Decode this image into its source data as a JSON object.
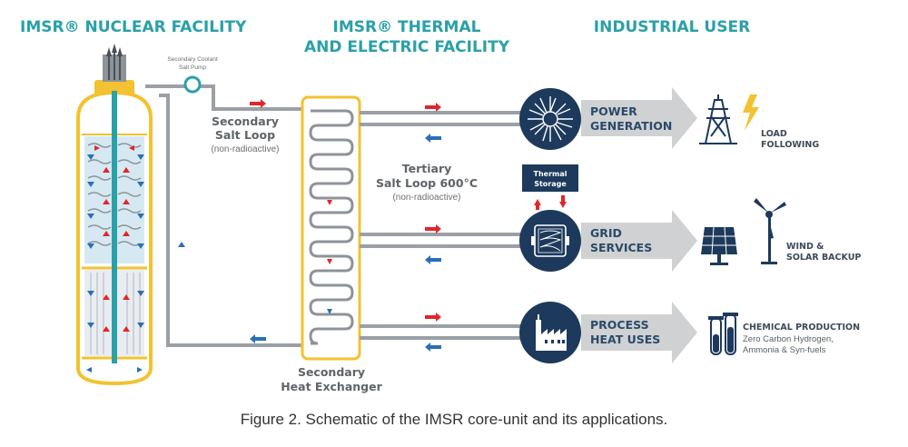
{
  "headers": {
    "nuclear": "IMSR® NUCLEAR FACILITY",
    "thermal_line1": "IMSR® THERMAL",
    "thermal_line2": "AND ELECTRIC FACILITY",
    "industrial": "INDUSTRIAL USER"
  },
  "pump_label_line1": "Secondary Coolant",
  "pump_label_line2": "Salt Pump",
  "secondary_loop": {
    "line1": "Secondary",
    "line2": "Salt Loop",
    "note": "(non-radioactive)"
  },
  "tertiary_loop": {
    "line1": "Tertiary",
    "line2": "Salt Loop 600°C",
    "note": "(non-radioactive)"
  },
  "heat_exchanger": {
    "line1": "Secondary",
    "line2": "Heat Exchanger"
  },
  "thermal_storage": {
    "line1": "Thermal",
    "line2": "Storage"
  },
  "applications": [
    {
      "line1": "POWER",
      "line2": "GENERATION",
      "icon": "turbine-icon",
      "user_line1": "LOAD",
      "user_line2": "FOLLOWING",
      "user_icon": "power-tower-icon"
    },
    {
      "line1": "GRID",
      "line2": "SERVICES",
      "icon": "grid-storage-icon",
      "user_line1": "WIND &",
      "user_line2": "SOLAR BACKUP",
      "user_icon": "solar-wind-icon"
    },
    {
      "line1": "PROCESS",
      "line2": "HEAT USES",
      "icon": "factory-icon",
      "user_line1": "CHEMICAL PRODUCTION",
      "user_line2": "Zero Carbon Hydrogen,",
      "user_line3": "Ammonia & Syn-fuels",
      "user_icon": "test-tubes-icon"
    }
  ],
  "caption": "Figure 2. Schematic of the IMSR core-unit and its applications.",
  "colors": {
    "teal": "#2aa0a8",
    "navy": "#1d3a5c",
    "gold": "#f2c230",
    "gray_pipe": "#8e9399",
    "hot_arrow": "#e0262b",
    "cold_arrow": "#2a6fb5",
    "arrow_gray": "#cfd1d3"
  }
}
